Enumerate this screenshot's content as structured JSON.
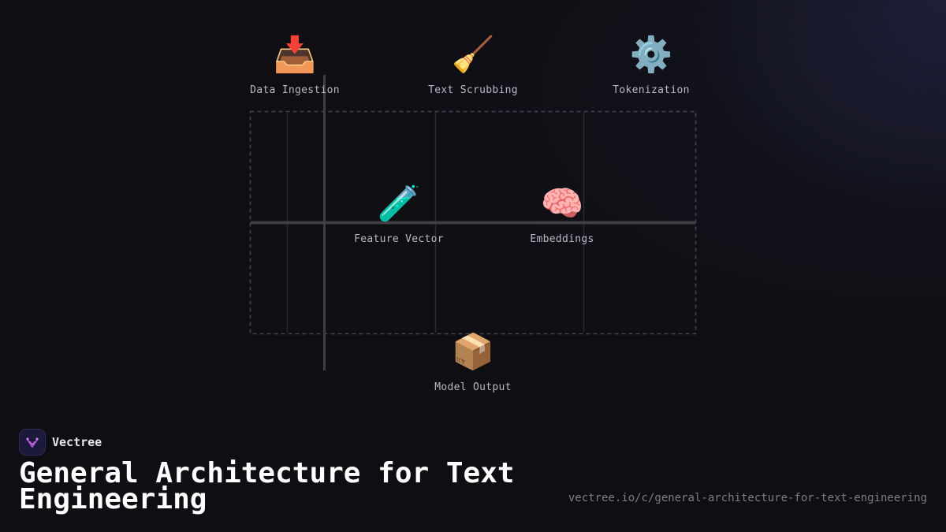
{
  "diagram": {
    "nodes": [
      {
        "id": "data-ingestion",
        "label": "Data Ingestion",
        "icon": "inbox-tray-icon",
        "glyph": "📥"
      },
      {
        "id": "text-scrubbing",
        "label": "Text Scrubbing",
        "icon": "broom-icon",
        "glyph": "🧹"
      },
      {
        "id": "tokenization",
        "label": "Tokenization",
        "icon": "gear-icon",
        "glyph": "⚙️"
      },
      {
        "id": "feature-vector",
        "label": "Feature Vector",
        "icon": "test-tube-icon",
        "glyph": "🧪"
      },
      {
        "id": "embeddings",
        "label": "Embeddings",
        "icon": "brain-icon",
        "glyph": "🧠"
      },
      {
        "id": "model-output",
        "label": "Model Output",
        "icon": "package-icon",
        "glyph": "📦"
      }
    ]
  },
  "footer": {
    "brand": "Vectree",
    "title": "General Architecture for Text Engineering",
    "url": "vectree.io/c/general-architecture-for-text-engineering"
  },
  "colors": {
    "background": "#0e0e13",
    "line": "#3e3e44",
    "dashed_border": "#44444c",
    "logo_bg": "#1c1a3a",
    "logo_accent": "#b04fd8"
  }
}
